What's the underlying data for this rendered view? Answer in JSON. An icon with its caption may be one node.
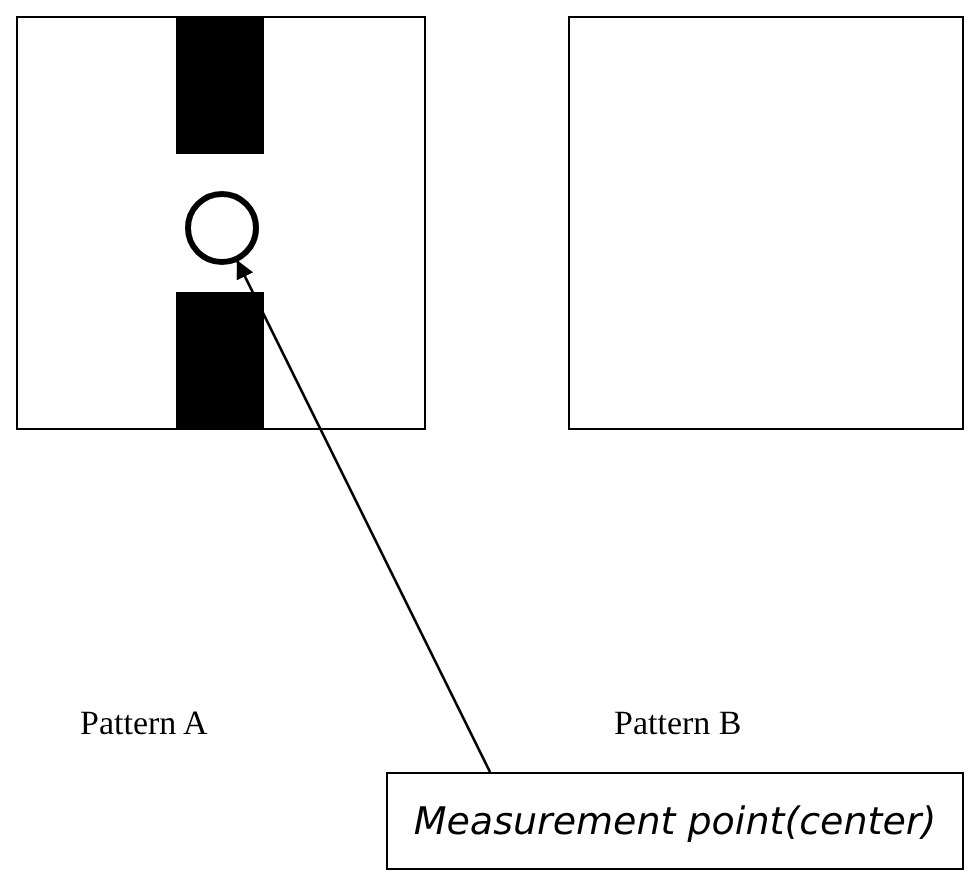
{
  "diagram": {
    "nodes": [
      {
        "text": [],
        "shape": "box"
      },
      {
        "text": [],
        "shape": "circle",
        "in": 0
      },
      {
        "text": [],
        "shape": "box"
      },
      {
        "text": [
          "Measurement point(center)"
        ]
      }
    ],
    "edges": [
      {
        "from": 3,
        "to": 1,
        "arrow": "to"
      }
    ],
    "labels": [
      "Pattern A",
      "Pattern B"
    ]
  }
}
